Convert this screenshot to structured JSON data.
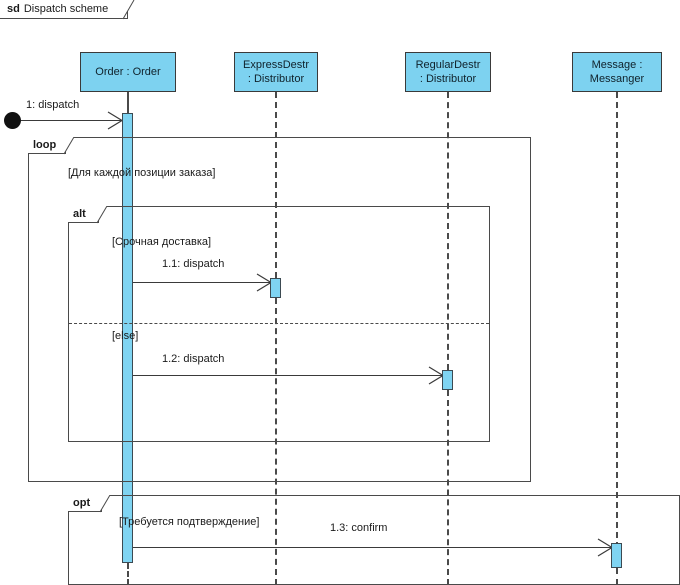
{
  "diagram": {
    "kind_keyword": "sd",
    "name": "Dispatch scheme",
    "type": "uml-sequence-diagram"
  },
  "lifelines": [
    {
      "id": "order",
      "line1": "Order : Order",
      "line2": "",
      "single_line": true
    },
    {
      "id": "express",
      "line1": "ExpressDestr",
      "line2": ": Distributor",
      "single_line": false
    },
    {
      "id": "regular",
      "line1": "RegularDestr",
      "line2": ": Distributor",
      "single_line": false
    },
    {
      "id": "message",
      "line1": "Message :",
      "line2": "Messanger",
      "single_line": false
    }
  ],
  "start_node": {
    "name": "found-message-origin"
  },
  "messages": [
    {
      "id": "m1",
      "label": "1: dispatch",
      "from": "start",
      "to": "order"
    },
    {
      "id": "m1_1",
      "label": "1.1: dispatch",
      "from": "order",
      "to": "express"
    },
    {
      "id": "m1_2",
      "label": "1.2: dispatch",
      "from": "order",
      "to": "regular"
    },
    {
      "id": "m1_3",
      "label": "1.3: confirm",
      "from": "order",
      "to": "message"
    }
  ],
  "fragments": [
    {
      "id": "loop",
      "operator": "loop",
      "guards": [
        "[Для каждой позиции заказа]"
      ]
    },
    {
      "id": "alt",
      "operator": "alt",
      "guards": [
        "[Срочная доставка]",
        "[else]"
      ]
    },
    {
      "id": "opt",
      "operator": "opt",
      "guards": [
        "[Требуется подтверждение]"
      ]
    }
  ],
  "colors": {
    "lifeline_fill": "#7dd2f0",
    "activation_fill": "#7fd4f2",
    "line": "#4a4a4a",
    "text": "#1a1a1a"
  }
}
